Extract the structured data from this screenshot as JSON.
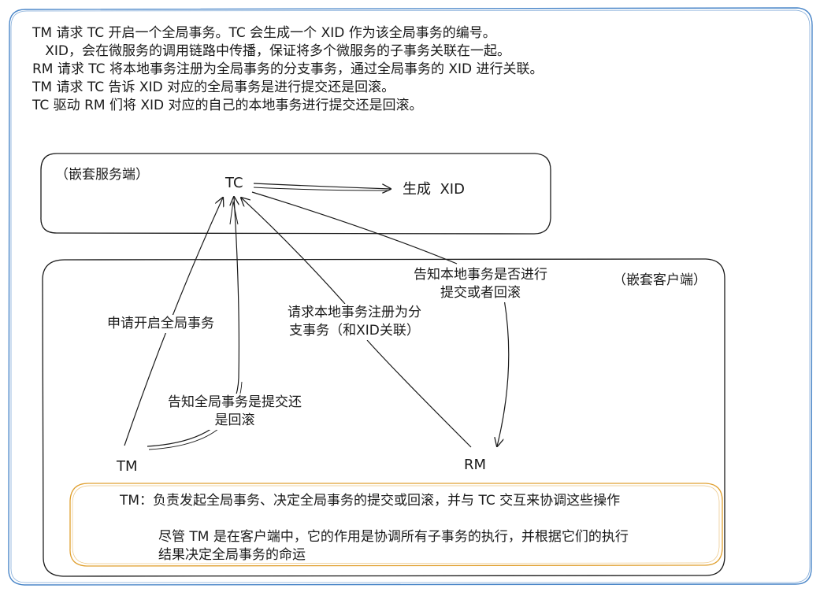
{
  "header_lines": [
    "TM 请求 TC 开启一个全局事务。TC 会生成一个 XID 作为该全局事务的编号。",
    "   XID，会在微服务的调用链路中传播，保证将多个微服务的子事务关联在一起。",
    "RM 请求 TC 将本地事务注册为全局事务的分支事务，通过全局事务的 XID 进行关联。",
    "TM 请求 TC 告诉 XID 对应的全局事务是进行提交还是回滚。",
    "TC 驱动 RM 们将 XID 对应的自己的本地事务进行提交还是回滚。"
  ],
  "server_box": {
    "label": "（嵌套服务端）"
  },
  "client_box": {
    "label": "（嵌套客户端）"
  },
  "nodes": {
    "tc": "TC",
    "xid": "生成  XID",
    "tm": "TM",
    "rm": "RM"
  },
  "edges": {
    "tm_begin": "申请开启全局事务",
    "tm_notify": [
      "告知全局事务是提交还",
      "是回滚"
    ],
    "rm_register": [
      "请求本地事务注册为分",
      "支事务（和XID关联）"
    ],
    "tc_notify_rm": [
      "告知本地事务是否进行",
      "提交或者回滚"
    ]
  },
  "note": {
    "line1": "TM：负责发起全局事务、决定全局事务的提交或回滚，并与 TC 交互来协调这些操作",
    "line2": "尽管 TM 是在客户端中，它的作用是协调所有子事务的执行，并根据它们的执行",
    "line3": "结果决定全局事务的命运"
  },
  "colors": {
    "outer_border": "#4a86c8",
    "ink": "#1a1a1a",
    "note_border": "#e0a030"
  }
}
